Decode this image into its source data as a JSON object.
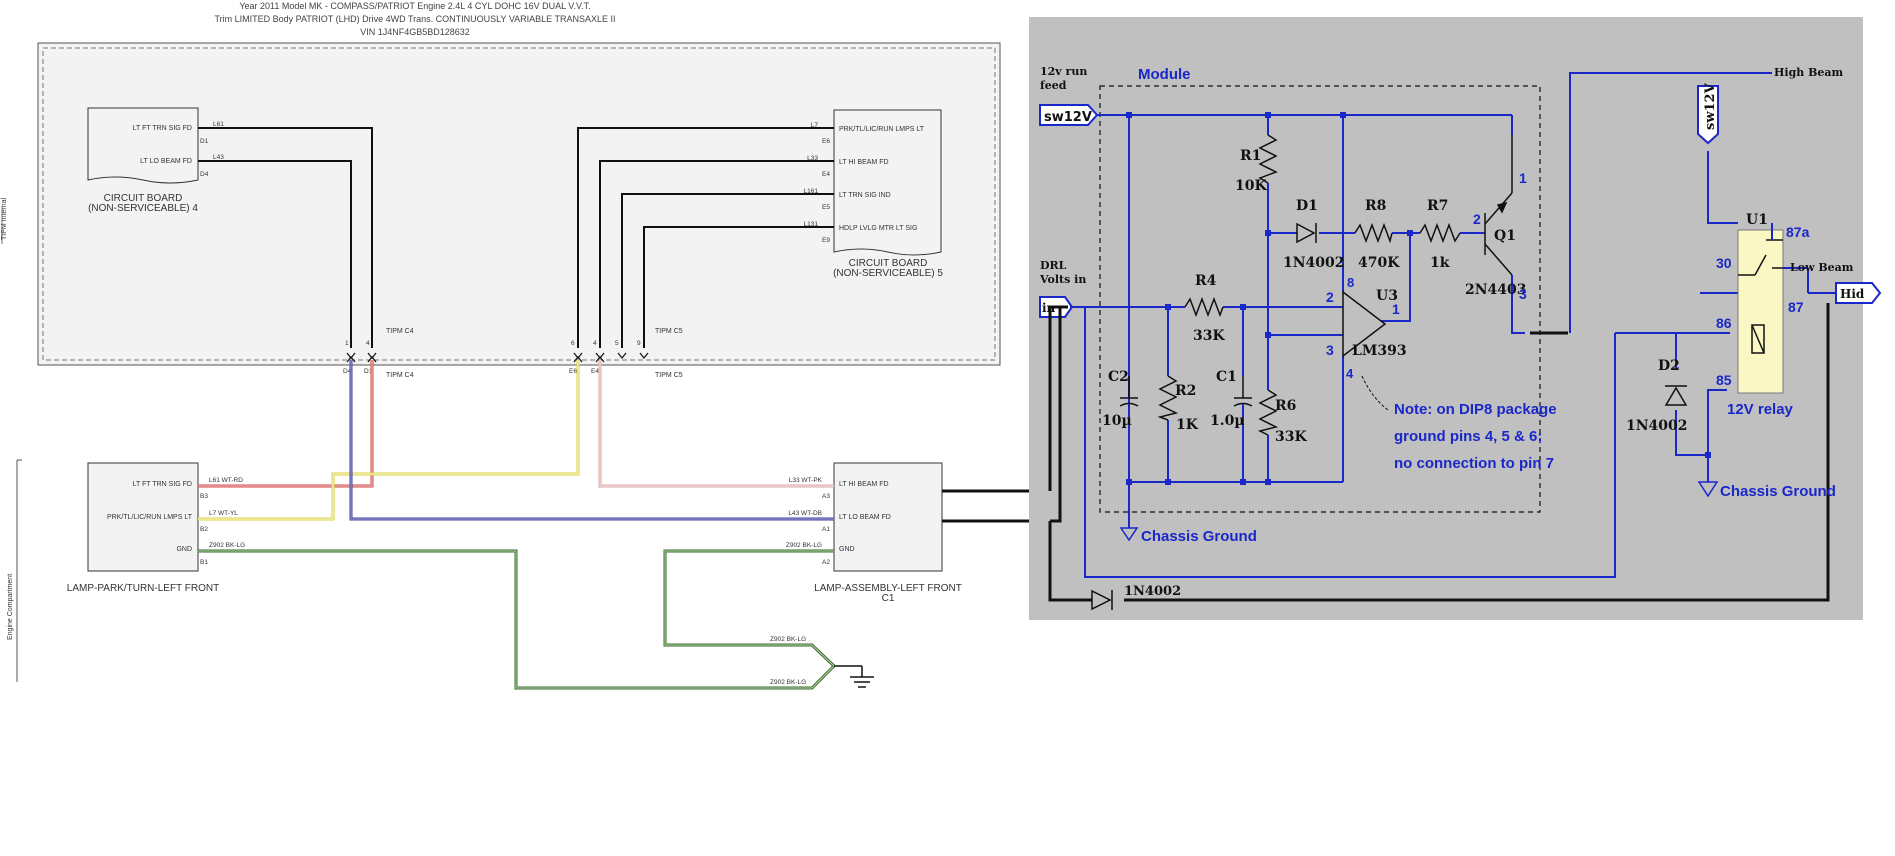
{
  "header": {
    "line1": "Year 2011 Model MK - COMPASS/PATRIOT Engine 2.4L 4 CYL DOHC 16V DUAL V.V.T.",
    "line2": "Trim LIMITED Body PATRIOT (LHD) Drive 4WD Trans. CONTINUOUSLY VARIABLE TRANSAXLE II",
    "line3": "VIN 1J4NF4GB5BD128632"
  },
  "side": {
    "tipm": "TIPM Internal",
    "engine": "Engine Compartment"
  },
  "wiring": {
    "cb4": {
      "name": "CIRCUIT BOARD",
      "sub": "(NON-SERVICEABLE) 4",
      "pins": [
        {
          "label": "LT FT TRN SIG FD",
          "wire": "L61",
          "cav": "D1"
        },
        {
          "label": "LT LO BEAM FD",
          "wire": "L43",
          "cav": "D4"
        }
      ]
    },
    "cb5": {
      "name": "CIRCUIT BOARD",
      "sub": "(NON-SERVICEABLE) 5",
      "pins": [
        {
          "label": "PRK/TL/LIC/RUN LMPS LT",
          "wire": "L7",
          "cav": "E6"
        },
        {
          "label": "LT HI BEAM FD",
          "wire": "L33",
          "cav": "E4"
        },
        {
          "label": "LT TRN SIG IND",
          "wire": "L161",
          "cav": "E5"
        },
        {
          "label": "HDLP LVLG MTR LT SIG",
          "wire": "L131",
          "cav": "E9"
        }
      ]
    },
    "tipm_c4": "TIPM C4",
    "tipm_c5": "TIPM C5",
    "c4_pins": [
      "1",
      "4",
      "D4",
      "D1"
    ],
    "c5_pins": [
      "6",
      "4",
      "5",
      "9",
      "E6",
      "E4"
    ],
    "lamp_park": {
      "name": "LAMP-PARK/TURN-LEFT FRONT",
      "pins": [
        {
          "label": "LT FT TRN SIG FD",
          "wire": "L61 WT-RD",
          "cav": "B3"
        },
        {
          "label": "PRK/TL/LIC/RUN LMPS LT",
          "wire": "L7 WT-YL",
          "cav": "B2"
        },
        {
          "label": "GND",
          "wire": "Z902 BK-LG",
          "cav": "B1"
        }
      ]
    },
    "lamp_assembly": {
      "name": "LAMP-ASSEMBLY-LEFT FRONT",
      "sub": "C1",
      "pins": [
        {
          "label": "LT HI BEAM FD",
          "wire": "L33 WT-PK",
          "cav": "A3"
        },
        {
          "label": "LT LO BEAM FD",
          "wire": "L43 WT-DB",
          "cav": "A1"
        },
        {
          "label": "GND",
          "wire": "Z902 BK-LG",
          "cav": "A2"
        }
      ]
    },
    "ground_wire_1": "Z902 BK-LG",
    "ground_wire_2": "Z902 BK-LG",
    "colors": {
      "red": "#d34a4a",
      "yellow": "#d8d24a",
      "blue": "#3d3f9a",
      "pink": "#d9a5a5",
      "green": "#3b6b2f"
    }
  },
  "schematic": {
    "feed": "12v run\nfeed",
    "sw12v": "sw12V",
    "module": "Module",
    "drl_in": "DRL\nVolts in",
    "in_tag": "in",
    "high_beam": "High Beam",
    "low_beam": "Low Beam",
    "hid_tag": "Hid",
    "r1": "R1",
    "r1v": "10K",
    "d1": "D1",
    "d1v": "1N4002",
    "r8": "R8",
    "r8v": "470K",
    "r7": "R7",
    "r7v": "1k",
    "q1": "Q1",
    "q1v": "2N4403",
    "q1_pins": [
      "1",
      "2",
      "3"
    ],
    "r4": "R4",
    "r4v": "33K",
    "u3": "U3",
    "u3v": "LM393",
    "u3_pins": [
      "8",
      "2",
      "1",
      "3",
      "4"
    ],
    "c2": "C2",
    "c2v": "10µ",
    "r2": "R2",
    "r2v": "1K",
    "c1": "C1",
    "c1v": "1.0µ",
    "r6": "R6",
    "r6v": "33K",
    "note": [
      "Note: on DIP8 package",
      "ground pins 4, 5 & 6;",
      "no connection to pin 7"
    ],
    "chassis_ground": "Chassis Ground",
    "chassis_ground_2": "Chassis Ground",
    "diode_out": "1N4002",
    "u1": "U1",
    "relay_pins": [
      "87a",
      "30",
      "87",
      "86",
      "85"
    ],
    "relay": "12V relay",
    "d2": "D2",
    "d2v": "1N4002",
    "sw12v_vertical": "sw12V",
    "colors": {
      "panel": "#c0c0c0",
      "wire": "#1a27c9",
      "relay": "#fbf7c4"
    }
  }
}
